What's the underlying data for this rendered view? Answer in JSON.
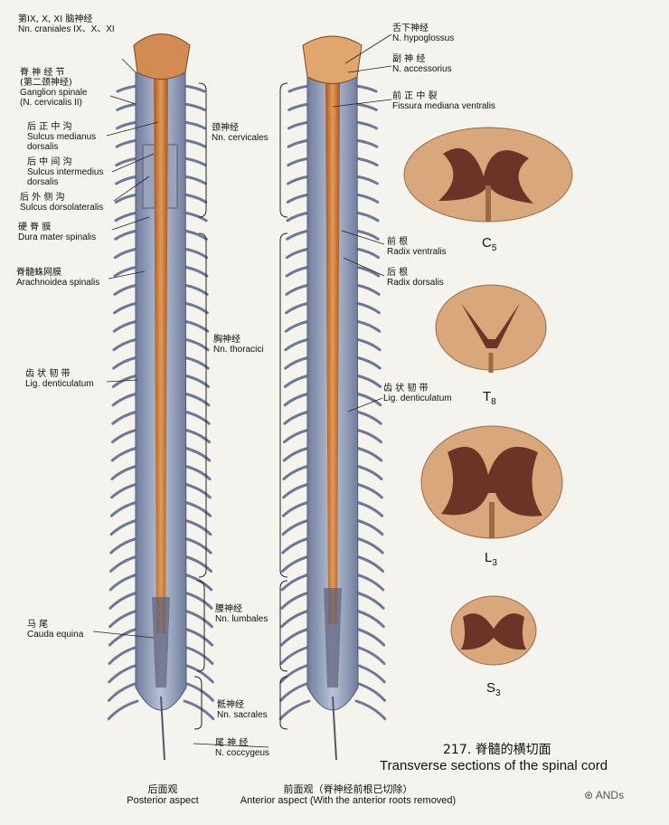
{
  "labels": {
    "cranial": {
      "zh": "第IX, X, XI 脑神经",
      "la": "Nn. craniales IX、X、XI"
    },
    "ganglion": {
      "zh1": "脊 神 经 节",
      "zh2": "(第二颈神经)",
      "la1": "Ganglion spinale",
      "la2": "(N. cervicalis II)"
    },
    "sulcus_medianus": {
      "zh": "后 正 中 沟",
      "la1": "Sulcus medianus",
      "la2": "dorsalis"
    },
    "sulcus_intermedius": {
      "zh": "后 中 间 沟",
      "la1": "Sulcus intermedius",
      "la2": "dorsalis"
    },
    "sulcus_dorsolateralis": {
      "zh": "后 外 侧 沟",
      "la": "Sulcus dorsolateralis"
    },
    "dura": {
      "zh": "硬  脊  膜",
      "la": "Dura mater spinalis"
    },
    "arachnoidea": {
      "zh": "脊髓蛛网膜",
      "la": "Arachnoidea spinalis"
    },
    "lig_left": {
      "zh": "齿 状 韧 带",
      "la": "Lig. denticulatum"
    },
    "cauda": {
      "zh": "马      尾",
      "la": "Cauda equina"
    },
    "cervicales": {
      "zh": "颈神经",
      "la": "Nn. cervicales"
    },
    "thoracici": {
      "zh": "胸神经",
      "la": "Nn. thoracici"
    },
    "lumbales": {
      "zh": "腰神经",
      "la": "Nn. lumbales"
    },
    "sacrales": {
      "zh": "骶神经",
      "la": "Nn. sacrales"
    },
    "coccygeus": {
      "zh": "尾  神  经",
      "la": "N. coccygeus"
    },
    "hypoglossus": {
      "zh": "舌下神经",
      "la": "N. hypoglossus"
    },
    "accessorius": {
      "zh": "副  神  经",
      "la": "N. accessorius"
    },
    "fissura": {
      "zh": "前 正 中 裂",
      "la": "Fissura mediana ventralis"
    },
    "radix_ventralis": {
      "zh": "前      根",
      "la": "Radix ventralis"
    },
    "radix_dorsalis": {
      "zh": "后      根",
      "la": "Radix dorsalis"
    },
    "lig_right": {
      "zh": "齿 状 韧 带",
      "la": "Lig. denticulatum"
    }
  },
  "sections": [
    {
      "letter": "C",
      "sub": "5"
    },
    {
      "letter": "T",
      "sub": "8"
    },
    {
      "letter": "L",
      "sub": "3"
    },
    {
      "letter": "S",
      "sub": "3"
    }
  ],
  "figure": {
    "number_zh": "217.  脊髓的横切面",
    "en": "Transverse sections of the spinal cord"
  },
  "captions": {
    "posterior_zh": "后面观",
    "posterior_en": "Posterior aspect",
    "anterior_zh": "前面观（脊神经前根已切除）",
    "anterior_en": "Anterior aspect (With the anterior roots removed)"
  },
  "watermark": "ANDs",
  "colors": {
    "white_matter": "#d9a77c",
    "gray_matter": "#6b3426",
    "cord": "#c8742f",
    "dura": "#8f9bb5",
    "nerve": "#7d8aa8"
  }
}
